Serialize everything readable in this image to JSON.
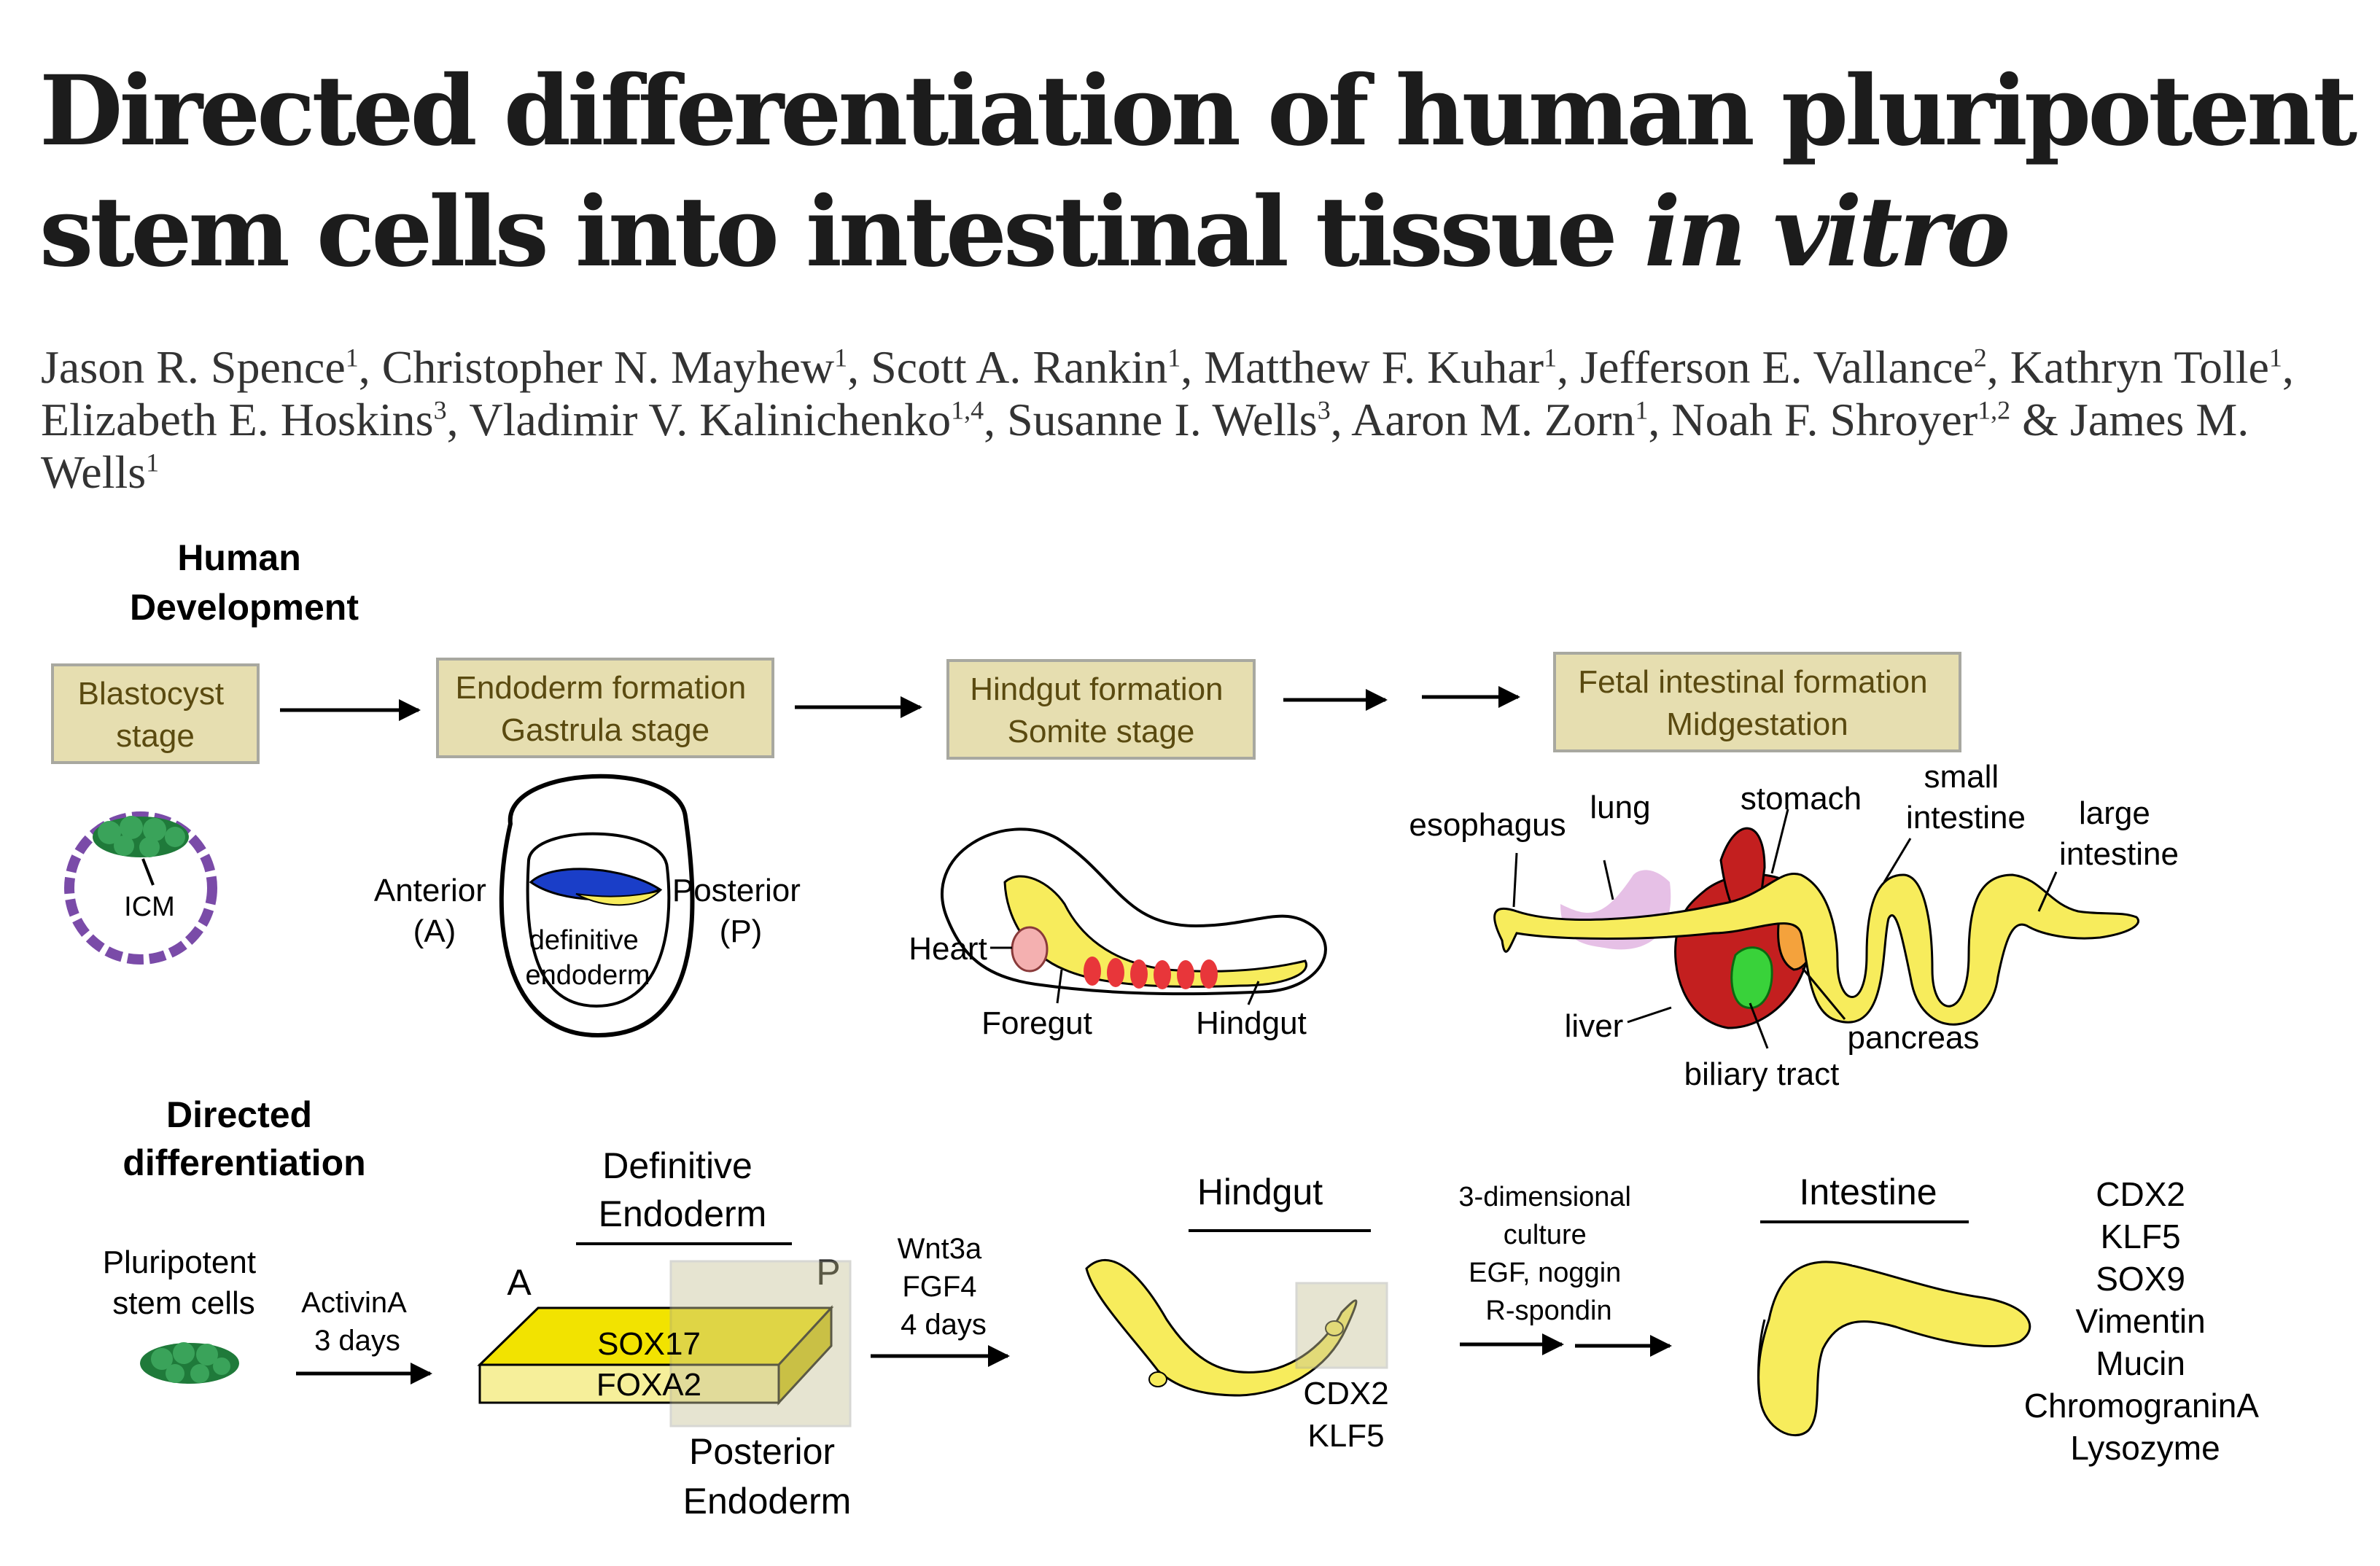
{
  "article": {
    "title_main": "Directed differentiation of human pluripotent stem cells into intestinal tissue ",
    "title_italic": "in vitro",
    "authors": [
      {
        "name": "Jason R. Spence",
        "aff": "1"
      },
      {
        "name": "Christopher N. Mayhew",
        "aff": "1"
      },
      {
        "name": "Scott A. Rankin",
        "aff": "1"
      },
      {
        "name": "Matthew F. Kuhar",
        "aff": "1"
      },
      {
        "name": "Jefferson E. Vallance",
        "aff": "2"
      },
      {
        "name": "Kathryn Tolle",
        "aff": "1"
      },
      {
        "name": "Elizabeth E. Hoskins",
        "aff": "3"
      },
      {
        "name": "Vladimir V. Kalinichenko",
        "aff": "1,4"
      },
      {
        "name": "Susanne I. Wells",
        "aff": "3"
      },
      {
        "name": "Aaron M. Zorn",
        "aff": "1"
      },
      {
        "name": "Noah F. Shroyer",
        "aff": "1,2"
      },
      {
        "name": "James M. Wells",
        "aff": "1"
      }
    ]
  },
  "figure": {
    "colors": {
      "stage_box_fill": "#e6deb0",
      "stage_box_border": "#a8a8a0",
      "stage_text": "#5a4a10",
      "gut_yellow": "#f7ec5c",
      "icm_green": "#1f7a3a",
      "blastocyst_purple": "#7a4ba8",
      "endoderm_blue": "#1a3ec8",
      "somite_red": "#e8363a",
      "lung_pink": "#e0b0e0",
      "liver_red": "#c31f1f",
      "pancreas_orange": "#f4a23c",
      "biliary_green": "#39d23a",
      "heart_pink": "#f4b0b0"
    },
    "human": {
      "heading": [
        "Human",
        "Development"
      ],
      "stages": [
        [
          "Blastocyst",
          "stage"
        ],
        [
          "Endoderm formation",
          "Gastrula stage"
        ],
        [
          "Hindgut formation",
          "Somite stage"
        ],
        [
          "Fetal intestinal formation",
          "Midgestation"
        ]
      ],
      "icm_label": "ICM",
      "anterior": [
        "Anterior",
        "(A)"
      ],
      "posterior": [
        "Posterior",
        "(P)"
      ],
      "definitive_endoderm": [
        "definitive",
        "endoderm"
      ],
      "heart": "Heart",
      "foregut": "Foregut",
      "hindgut": "Hindgut",
      "organs": {
        "esophagus": "esophagus",
        "lung": "lung",
        "stomach": "stomach",
        "small_intestine": [
          "small",
          "intestine"
        ],
        "large_intestine": [
          "large",
          "intestine"
        ],
        "liver": "liver",
        "pancreas": "pancreas",
        "biliary_tract": "biliary tract"
      }
    },
    "directed": {
      "heading": [
        "Directed",
        "differentiation"
      ],
      "psc": [
        "Pluripotent",
        "stem cells"
      ],
      "step1": [
        "ActivinA",
        "3 days"
      ],
      "def_endoderm": [
        "Definitive",
        "Endoderm"
      ],
      "a_label": "A",
      "p_label": "P",
      "markers_de": [
        "SOX17",
        "FOXA2"
      ],
      "posterior_endoderm": [
        "Posterior",
        "Endoderm"
      ],
      "step2": [
        "Wnt3a",
        "FGF4",
        "4 days"
      ],
      "hindgut_heading": "Hindgut",
      "hindgut_markers": [
        "CDX2",
        "KLF5"
      ],
      "culture": [
        "3-dimensional",
        "culture",
        "EGF, noggin",
        "R-spondin"
      ],
      "intestine_heading": "Intestine",
      "intestine_markers": [
        "CDX2",
        "KLF5",
        "SOX9",
        "Vimentin",
        "Mucin",
        "ChromograninA",
        "Lysozyme"
      ]
    }
  }
}
